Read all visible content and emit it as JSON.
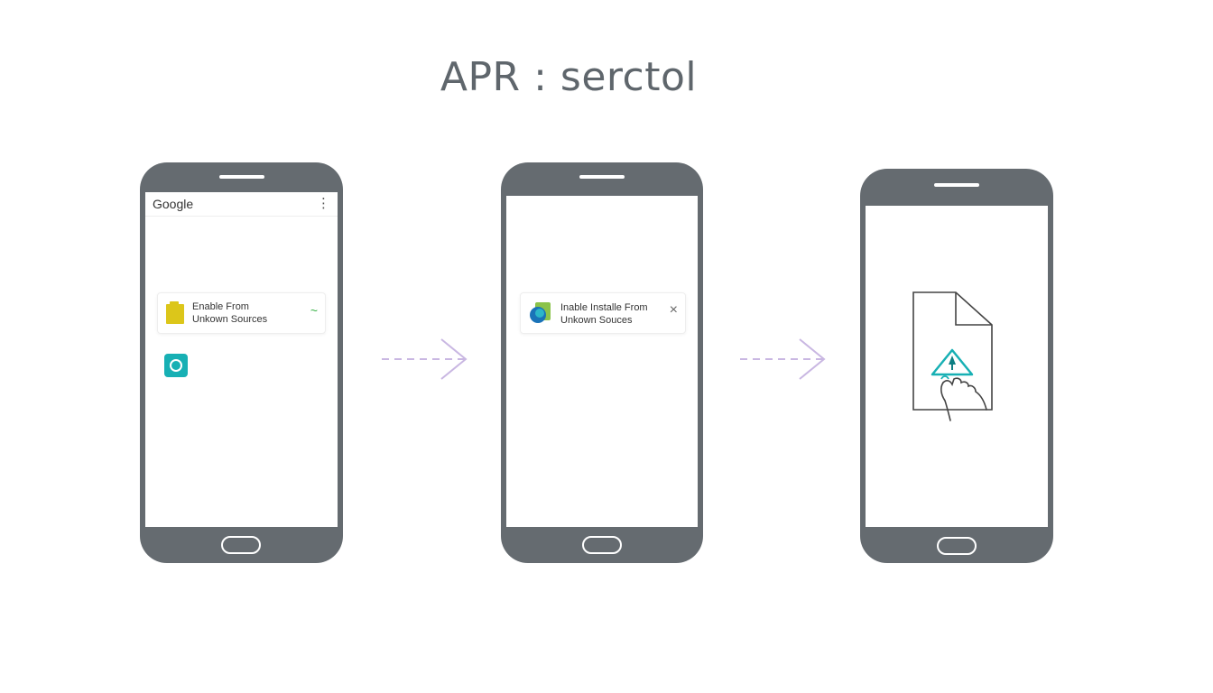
{
  "title": "APR : serctol",
  "colors": {
    "phone_body": "#656b70",
    "accent_teal": "#17b0b4",
    "arrow": "#c9b7e2",
    "folder_yellow": "#dcc61a",
    "check_green": "#3cb34a"
  },
  "phones": [
    {
      "header_title": "Google",
      "header_menu": "⋮",
      "card": {
        "line1": "Enable From",
        "line2": "Unkown Sources",
        "icon": "folder-icon",
        "action": "~"
      },
      "app_icon": "app-ring-icon"
    },
    {
      "card": {
        "line1": "Inable Installe From",
        "line2": "Unkown Souces",
        "icon": "play-store-icon",
        "action": "×"
      }
    },
    {
      "illustration": "warning-document-tap-icon"
    }
  ]
}
